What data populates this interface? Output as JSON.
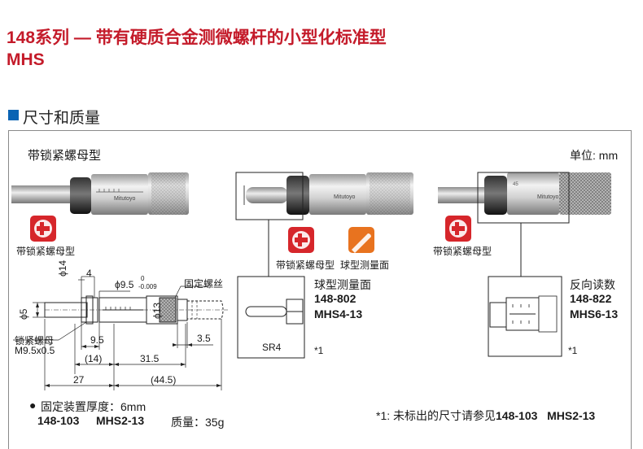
{
  "header": {
    "title": "148系列 — 带有硬质合金测微螺杆的小型化标准型",
    "subtitle": "MHS"
  },
  "section": {
    "title": "尺寸和质量"
  },
  "panel": {
    "type_label": "带锁紧螺母型",
    "unit": "单位: mm",
    "left_badge_label": "带锁紧螺母型",
    "middle_badges": [
      "带锁紧螺母型",
      "球型测量面"
    ],
    "right_badge_label": "带锁紧螺母型",
    "dimensions": {
      "d14": "ϕ14",
      "d5": "ϕ5",
      "four": "4",
      "d9_5": "ϕ9.5",
      "tol_upper": "0",
      "tol_lower": "-0.009",
      "d13": "ϕ13",
      "fixed_thread": "固定螺丝",
      "lock_nut": "锁紧螺母",
      "lock_nut_thread": "M9.5x0.5",
      "nine_five": "9.5",
      "three_five": "3.5",
      "fourteen": "(14)",
      "thirty_one_five": "31.5",
      "twenty_seven": "27",
      "forty_four_five": "(44.5)"
    },
    "middle_variant": {
      "name": "球型测量面",
      "code": "148-802",
      "model": "MHS4-13",
      "radius": "SR4",
      "note": "*1"
    },
    "right_variant": {
      "name": "反向读数",
      "code": "148-822",
      "model": "MHS6-13",
      "note": "*1"
    },
    "footer": {
      "bullet": "●",
      "mount_thickness": "固定装置厚度：6mm",
      "code": "148-103",
      "model": "MHS2-13",
      "mass": "质量：35g",
      "note_prefix": "*1: 未标出的尺寸请参见",
      "note_code": "148-103",
      "note_model": "MHS2-13"
    }
  },
  "colors": {
    "title_red": "#c41b2a",
    "section_blue": "#0a64b4",
    "badge_red": "#d6262b",
    "badge_orange": "#e8731f"
  },
  "icons": [
    "lock-nut-badge-icon",
    "ball-face-badge-icon"
  ]
}
